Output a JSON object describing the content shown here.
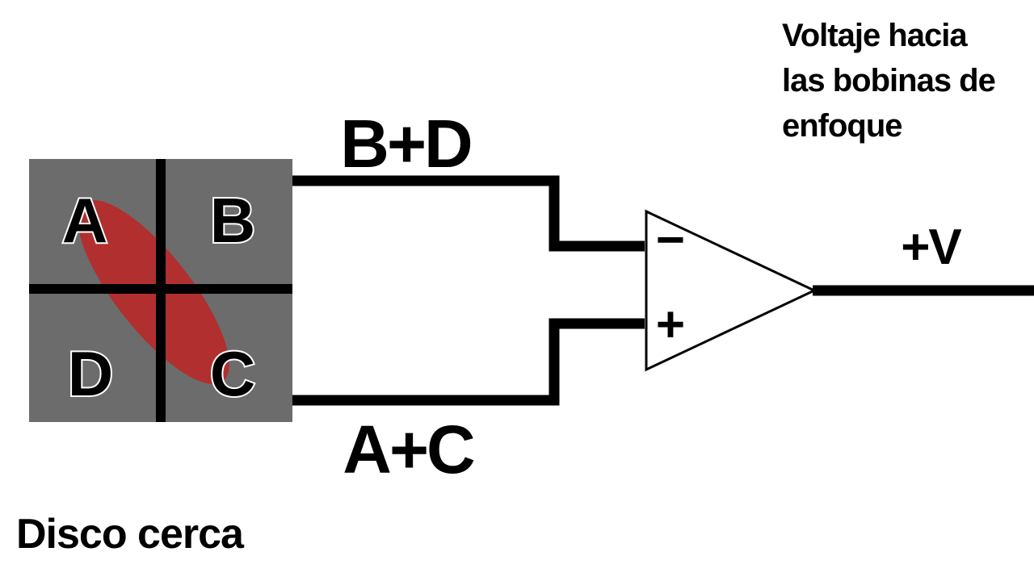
{
  "diagram": {
    "detector": {
      "quadrants": {
        "top_left": "A",
        "top_right": "B",
        "bottom_left": "D",
        "bottom_right": "C"
      },
      "caption": "Disco cerca"
    },
    "wires": {
      "top_label": "B+D",
      "bottom_label": "A+C"
    },
    "opamp": {
      "inverting_label": "−",
      "noninverting_label": "+",
      "output_label": "+V"
    },
    "note": {
      "line1": "Voltaje hacia",
      "line2": "las bobinas de",
      "line3": "enfoque"
    },
    "colors": {
      "detector_fill": "#6c6c6c",
      "laser_spot": "#c41e1e",
      "wire": "#000000",
      "opamp_fill": "#ffffff"
    }
  }
}
